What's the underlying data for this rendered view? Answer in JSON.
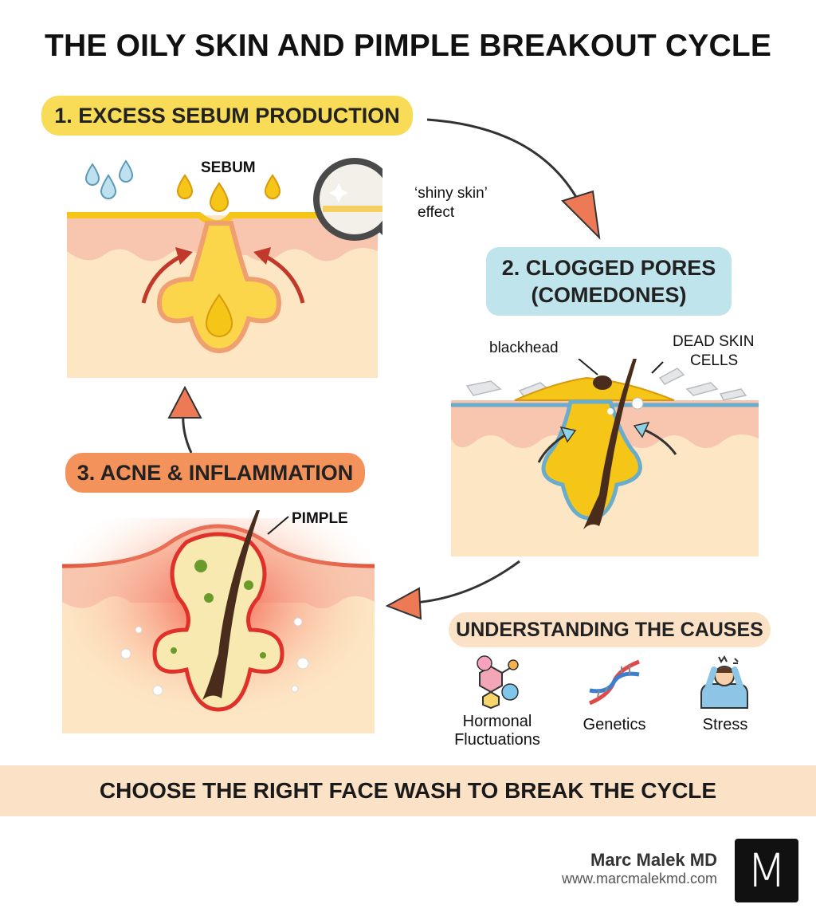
{
  "title": "THE OILY SKIN AND PIMPLE BREAKOUT CYCLE",
  "stages": {
    "stage1": {
      "label": "1. EXCESS SEBUM PRODUCTION",
      "sebum_label": "SEBUM",
      "shiny_label_line1": "‘shiny skin’",
      "shiny_label_line2": "effect"
    },
    "stage2": {
      "label": "2. CLOGGED PORES\n(COMEDONES)",
      "blackhead_label": "blackhead",
      "dead_cells_line1": "DEAD SKIN",
      "dead_cells_line2": "CELLS"
    },
    "stage3": {
      "label": "3. ACNE & INFLAMMATION",
      "pimple_label": "PIMPLE"
    }
  },
  "causes": {
    "heading": "UNDERSTANDING THE CAUSES",
    "items": [
      {
        "line1": "Hormonal",
        "line2": "Fluctuations",
        "icon": "hormone-molecule-icon"
      },
      {
        "line1": "Genetics",
        "line2": "",
        "icon": "dna-icon"
      },
      {
        "line1": "Stress",
        "line2": "",
        "icon": "stressed-person-icon"
      }
    ]
  },
  "footer": {
    "cta": "CHOOSE THE RIGHT FACE WASH TO BREAK THE CYCLE",
    "brand_name": "Marc Malek MD",
    "brand_url": "www.marcmalekmd.com",
    "logo_letter": "M"
  },
  "colors": {
    "stage1": "#f8dc57",
    "stage2": "#bfe4ec",
    "stage3": "#f3925a",
    "causes": "#fbe1c6",
    "arrow": "#ee7a55",
    "skin": "#fde6c4",
    "dermis": "#f8c5ae",
    "sebum": "#f5c518"
  }
}
